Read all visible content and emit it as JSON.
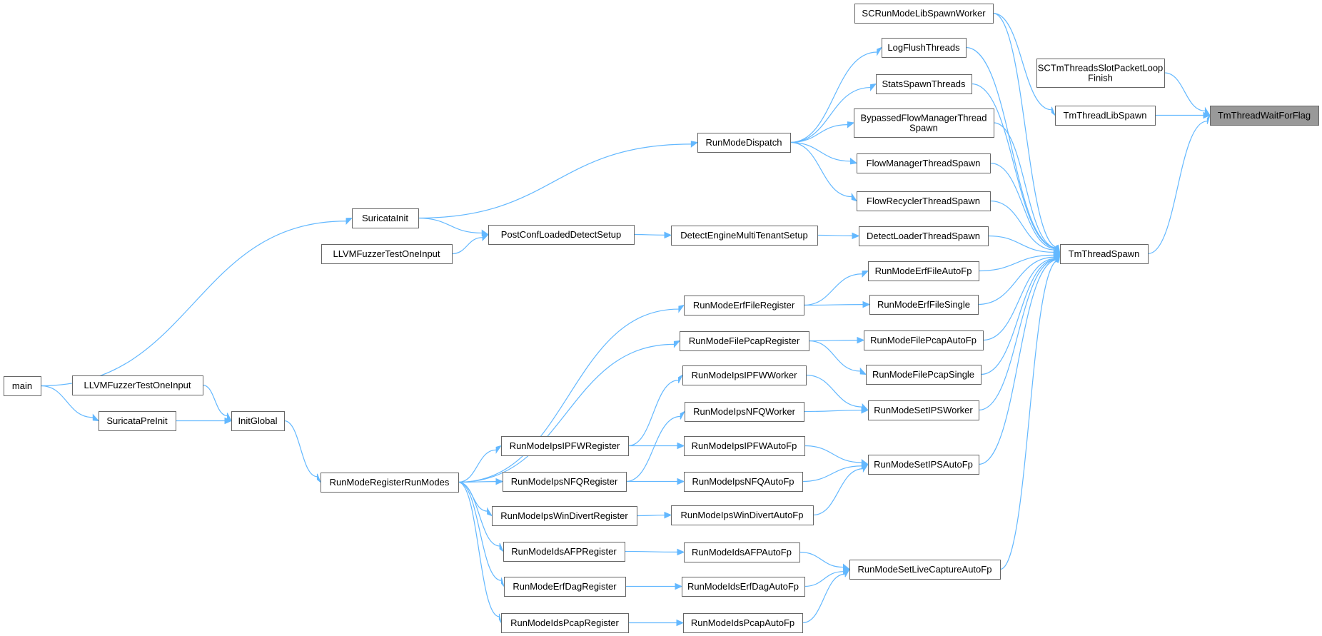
{
  "nodes": [
    {
      "id": "TmThreadWaitForFlag",
      "lines": [
        "TmThreadWaitForFlag"
      ],
      "root": true
    },
    {
      "id": "SCTmThreadsSlotPacketLoopFinish",
      "lines": [
        "SCTmThreadsSlotPacketLoop",
        "Finish"
      ]
    },
    {
      "id": "TmThreadLibSpawn",
      "lines": [
        "TmThreadLibSpawn"
      ]
    },
    {
      "id": "TmThreadSpawn",
      "lines": [
        "TmThreadSpawn"
      ]
    },
    {
      "id": "SCRunModeLibSpawnWorker",
      "lines": [
        "SCRunModeLibSpawnWorker"
      ]
    },
    {
      "id": "LogFlushThreads",
      "lines": [
        "LogFlushThreads"
      ]
    },
    {
      "id": "StatsSpawnThreads",
      "lines": [
        "StatsSpawnThreads"
      ]
    },
    {
      "id": "BypassedFlowManagerThreadSpawn",
      "lines": [
        "BypassedFlowManagerThread",
        "Spawn"
      ]
    },
    {
      "id": "FlowManagerThreadSpawn",
      "lines": [
        "FlowManagerThreadSpawn"
      ]
    },
    {
      "id": "FlowRecyclerThreadSpawn",
      "lines": [
        "FlowRecyclerThreadSpawn"
      ]
    },
    {
      "id": "DetectLoaderThreadSpawn",
      "lines": [
        "DetectLoaderThreadSpawn"
      ]
    },
    {
      "id": "RunModeErfFileAutoFp",
      "lines": [
        "RunModeErfFileAutoFp"
      ]
    },
    {
      "id": "RunModeErfFileSingle",
      "lines": [
        "RunModeErfFileSingle"
      ]
    },
    {
      "id": "RunModeFilePcapAutoFp",
      "lines": [
        "RunModeFilePcapAutoFp"
      ]
    },
    {
      "id": "RunModeFilePcapSingle",
      "lines": [
        "RunModeFilePcapSingle"
      ]
    },
    {
      "id": "RunModeSetIPSWorker",
      "lines": [
        "RunModeSetIPSWorker"
      ]
    },
    {
      "id": "RunModeSetIPSAutoFp",
      "lines": [
        "RunModeSetIPSAutoFp"
      ]
    },
    {
      "id": "RunModeSetLiveCaptureAutoFp",
      "lines": [
        "RunModeSetLiveCaptureAutoFp"
      ]
    },
    {
      "id": "RunModeDispatch",
      "lines": [
        "RunModeDispatch"
      ]
    },
    {
      "id": "DetectEngineMultiTenantSetup",
      "lines": [
        "DetectEngineMultiTenantSetup"
      ]
    },
    {
      "id": "RunModeErfFileRegister",
      "lines": [
        "RunModeErfFileRegister"
      ]
    },
    {
      "id": "RunModeFilePcapRegister",
      "lines": [
        "RunModeFilePcapRegister"
      ]
    },
    {
      "id": "RunModeIpsIPFWWorker",
      "lines": [
        "RunModeIpsIPFWWorker"
      ]
    },
    {
      "id": "RunModeIpsNFQWorker",
      "lines": [
        "RunModeIpsNFQWorker"
      ]
    },
    {
      "id": "RunModeIpsIPFWAutoFp",
      "lines": [
        "RunModeIpsIPFWAutoFp"
      ]
    },
    {
      "id": "RunModeIpsNFQAutoFp",
      "lines": [
        "RunModeIpsNFQAutoFp"
      ]
    },
    {
      "id": "RunModeIpsWinDivertAutoFp",
      "lines": [
        "RunModeIpsWinDivertAutoFp"
      ]
    },
    {
      "id": "RunModeIdsAFPAutoFp",
      "lines": [
        "RunModeIdsAFPAutoFp"
      ]
    },
    {
      "id": "RunModeIdsErfDagAutoFp",
      "lines": [
        "RunModeIdsErfDagAutoFp"
      ]
    },
    {
      "id": "RunModeIdsPcapAutoFp",
      "lines": [
        "RunModeIdsPcapAutoFp"
      ]
    },
    {
      "id": "PostConfLoadedDetectSetup",
      "lines": [
        "PostConfLoadedDetectSetup"
      ]
    },
    {
      "id": "RunModeIpsIPFWRegister",
      "lines": [
        "RunModeIpsIPFWRegister"
      ]
    },
    {
      "id": "RunModeIpsNFQRegister",
      "lines": [
        "RunModeIpsNFQRegister"
      ]
    },
    {
      "id": "RunModeIpsWinDivertRegister",
      "lines": [
        "RunModeIpsWinDivertRegister"
      ]
    },
    {
      "id": "RunModeIdsAFPRegister",
      "lines": [
        "RunModeIdsAFPRegister"
      ]
    },
    {
      "id": "RunModeErfDagRegister",
      "lines": [
        "RunModeErfDagRegister"
      ]
    },
    {
      "id": "RunModeIdsPcapRegister",
      "lines": [
        "RunModeIdsPcapRegister"
      ]
    },
    {
      "id": "SuricataInit",
      "lines": [
        "SuricataInit"
      ]
    },
    {
      "id": "LLVMFuzzerTestOneInput_1",
      "lines": [
        "LLVMFuzzerTestOneInput"
      ]
    },
    {
      "id": "RunModeRegisterRunModes",
      "lines": [
        "RunModeRegisterRunModes"
      ]
    },
    {
      "id": "InitGlobal",
      "lines": [
        "InitGlobal"
      ]
    },
    {
      "id": "SuricataPreInit",
      "lines": [
        "SuricataPreInit"
      ]
    },
    {
      "id": "LLVMFuzzerTestOneInput_2",
      "lines": [
        "LLVMFuzzerTestOneInput"
      ]
    },
    {
      "id": "main",
      "lines": [
        "main"
      ]
    }
  ],
  "edges": [
    [
      "SCTmThreadsSlotPacketLoopFinish",
      "TmThreadWaitForFlag"
    ],
    [
      "TmThreadLibSpawn",
      "TmThreadWaitForFlag"
    ],
    [
      "TmThreadSpawn",
      "TmThreadWaitForFlag"
    ],
    [
      "SCRunModeLibSpawnWorker",
      "TmThreadLibSpawn"
    ],
    [
      "SCRunModeLibSpawnWorker",
      "TmThreadSpawn"
    ],
    [
      "LogFlushThreads",
      "TmThreadSpawn"
    ],
    [
      "StatsSpawnThreads",
      "TmThreadSpawn"
    ],
    [
      "BypassedFlowManagerThreadSpawn",
      "TmThreadSpawn"
    ],
    [
      "FlowManagerThreadSpawn",
      "TmThreadSpawn"
    ],
    [
      "FlowRecyclerThreadSpawn",
      "TmThreadSpawn"
    ],
    [
      "DetectLoaderThreadSpawn",
      "TmThreadSpawn"
    ],
    [
      "RunModeErfFileAutoFp",
      "TmThreadSpawn"
    ],
    [
      "RunModeErfFileSingle",
      "TmThreadSpawn"
    ],
    [
      "RunModeFilePcapAutoFp",
      "TmThreadSpawn"
    ],
    [
      "RunModeFilePcapSingle",
      "TmThreadSpawn"
    ],
    [
      "RunModeSetIPSWorker",
      "TmThreadSpawn"
    ],
    [
      "RunModeSetIPSAutoFp",
      "TmThreadSpawn"
    ],
    [
      "RunModeSetLiveCaptureAutoFp",
      "TmThreadSpawn"
    ],
    [
      "RunModeDispatch",
      "LogFlushThreads"
    ],
    [
      "RunModeDispatch",
      "StatsSpawnThreads"
    ],
    [
      "RunModeDispatch",
      "BypassedFlowManagerThreadSpawn"
    ],
    [
      "RunModeDispatch",
      "FlowManagerThreadSpawn"
    ],
    [
      "RunModeDispatch",
      "FlowRecyclerThreadSpawn"
    ],
    [
      "DetectEngineMultiTenantSetup",
      "DetectLoaderThreadSpawn"
    ],
    [
      "RunModeErfFileRegister",
      "RunModeErfFileAutoFp"
    ],
    [
      "RunModeErfFileRegister",
      "RunModeErfFileSingle"
    ],
    [
      "RunModeFilePcapRegister",
      "RunModeFilePcapAutoFp"
    ],
    [
      "RunModeFilePcapRegister",
      "RunModeFilePcapSingle"
    ],
    [
      "RunModeIpsIPFWWorker",
      "RunModeSetIPSWorker"
    ],
    [
      "RunModeIpsNFQWorker",
      "RunModeSetIPSWorker"
    ],
    [
      "RunModeIpsIPFWAutoFp",
      "RunModeSetIPSAutoFp"
    ],
    [
      "RunModeIpsNFQAutoFp",
      "RunModeSetIPSAutoFp"
    ],
    [
      "RunModeIpsWinDivertAutoFp",
      "RunModeSetIPSAutoFp"
    ],
    [
      "RunModeIdsAFPAutoFp",
      "RunModeSetLiveCaptureAutoFp"
    ],
    [
      "RunModeIdsErfDagAutoFp",
      "RunModeSetLiveCaptureAutoFp"
    ],
    [
      "RunModeIdsPcapAutoFp",
      "RunModeSetLiveCaptureAutoFp"
    ],
    [
      "SuricataInit",
      "RunModeDispatch"
    ],
    [
      "SuricataInit",
      "PostConfLoadedDetectSetup"
    ],
    [
      "PostConfLoadedDetectSetup",
      "DetectEngineMultiTenantSetup"
    ],
    [
      "LLVMFuzzerTestOneInput_1",
      "PostConfLoadedDetectSetup"
    ],
    [
      "RunModeRegisterRunModes",
      "RunModeErfFileRegister"
    ],
    [
      "RunModeRegisterRunModes",
      "RunModeFilePcapRegister"
    ],
    [
      "RunModeRegisterRunModes",
      "RunModeIpsIPFWRegister"
    ],
    [
      "RunModeRegisterRunModes",
      "RunModeIpsNFQRegister"
    ],
    [
      "RunModeRegisterRunModes",
      "RunModeIpsWinDivertRegister"
    ],
    [
      "RunModeRegisterRunModes",
      "RunModeIdsAFPRegister"
    ],
    [
      "RunModeRegisterRunModes",
      "RunModeErfDagRegister"
    ],
    [
      "RunModeRegisterRunModes",
      "RunModeIdsPcapRegister"
    ],
    [
      "RunModeIpsIPFWRegister",
      "RunModeIpsIPFWWorker"
    ],
    [
      "RunModeIpsIPFWRegister",
      "RunModeIpsIPFWAutoFp"
    ],
    [
      "RunModeIpsNFQRegister",
      "RunModeIpsNFQWorker"
    ],
    [
      "RunModeIpsNFQRegister",
      "RunModeIpsNFQAutoFp"
    ],
    [
      "RunModeIpsWinDivertRegister",
      "RunModeIpsWinDivertAutoFp"
    ],
    [
      "RunModeIdsAFPRegister",
      "RunModeIdsAFPAutoFp"
    ],
    [
      "RunModeErfDagRegister",
      "RunModeIdsErfDagAutoFp"
    ],
    [
      "RunModeIdsPcapRegister",
      "RunModeIdsPcapAutoFp"
    ],
    [
      "InitGlobal",
      "RunModeRegisterRunModes"
    ],
    [
      "SuricataPreInit",
      "InitGlobal"
    ],
    [
      "LLVMFuzzerTestOneInput_2",
      "InitGlobal"
    ],
    [
      "main",
      "SuricataInit"
    ],
    [
      "main",
      "SuricataPreInit"
    ]
  ],
  "colors": {
    "edge": "#63b8ff",
    "node_border": "#666666",
    "root_fill": "#999999"
  }
}
